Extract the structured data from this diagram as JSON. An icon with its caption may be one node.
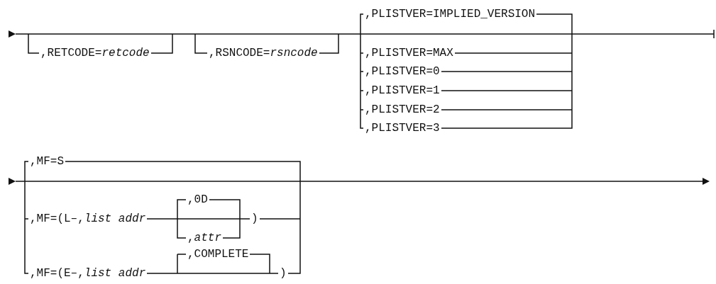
{
  "diagram": {
    "labels": [
      ",PLISTVER=IMPLIED_VERSION",
      ",RETCODE=*retcode*",
      ",RSNCODE=*rsncode*",
      ",PLISTVER=MAX",
      ",PLISTVER=0",
      ",PLISTVER=1",
      ",PLISTVER=2",
      ",PLISTVER=3",
      ",MF=S",
      ",0D",
      ",MF=(L–,*list addr*",
      ")",
      ",*attr*",
      ",COMPLETE",
      ",MF=(E–,*list addr*",
      ")"
    ]
  }
}
